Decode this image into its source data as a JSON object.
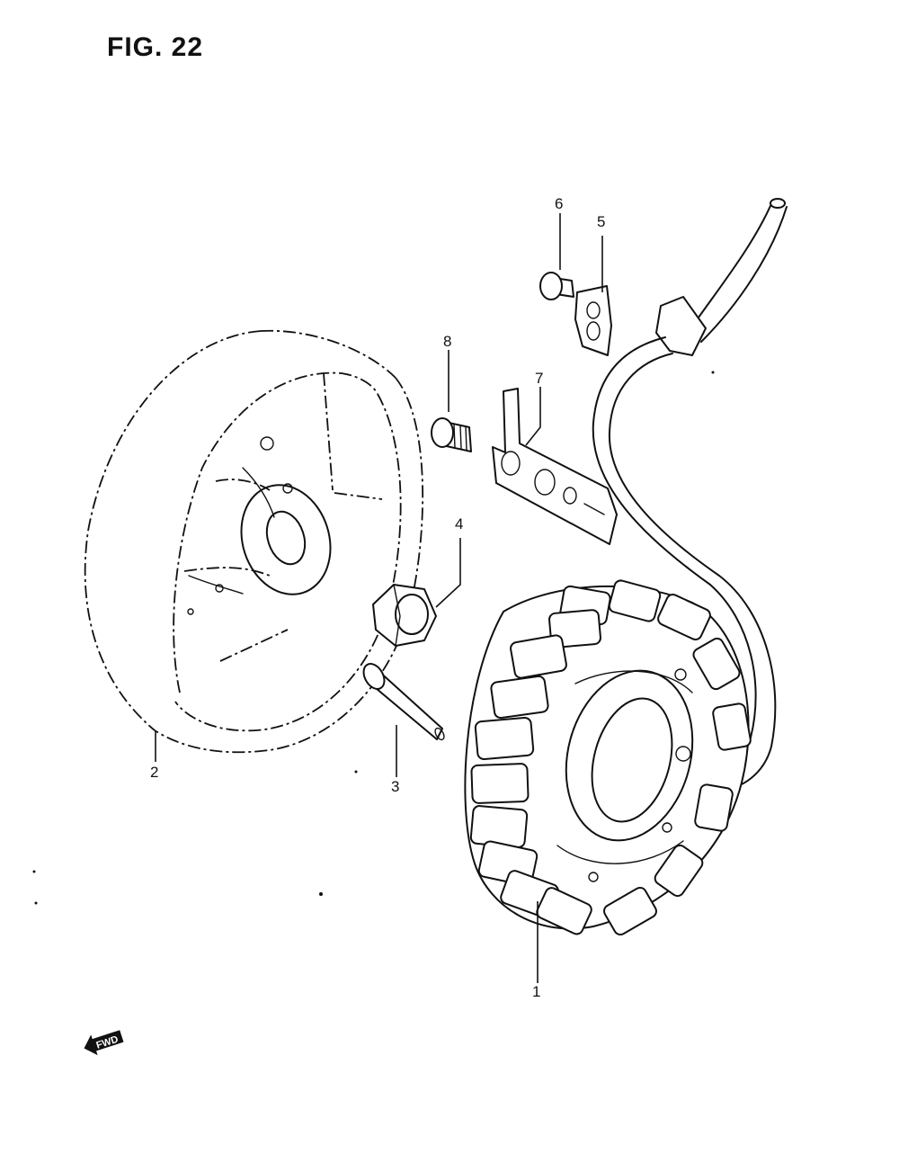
{
  "figure": {
    "title": "FIG. 22",
    "direction_label": "FWD"
  },
  "callouts": [
    "1",
    "2",
    "3",
    "4",
    "5",
    "6",
    "7",
    "8"
  ]
}
